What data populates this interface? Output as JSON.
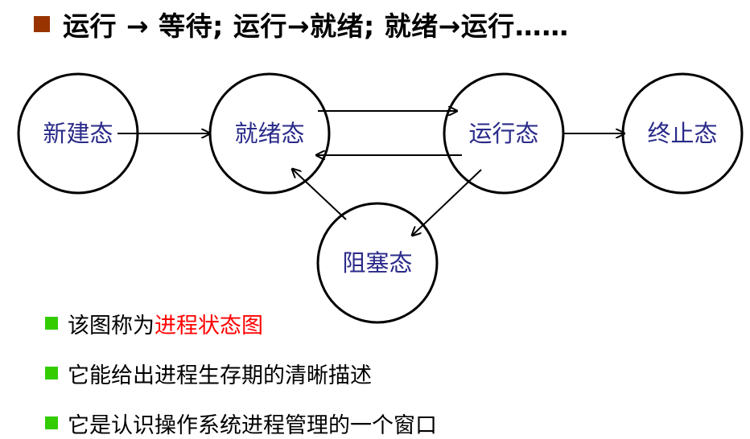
{
  "heading": {
    "text": "运行 → 等待; 运行→就绪; 就绪→运行……",
    "bullet_color": "#993300"
  },
  "diagram": {
    "nodes": {
      "new": "新建态",
      "ready": "就绪态",
      "running": "运行态",
      "terminated": "终止态",
      "blocked": "阻塞态"
    },
    "edges": [
      {
        "from": "new",
        "to": "ready"
      },
      {
        "from": "ready",
        "to": "running"
      },
      {
        "from": "running",
        "to": "ready"
      },
      {
        "from": "running",
        "to": "terminated"
      },
      {
        "from": "running",
        "to": "blocked"
      },
      {
        "from": "blocked",
        "to": "ready"
      }
    ],
    "label_color": "#2a2a8a"
  },
  "bullets": {
    "marker_color": "#33cc00",
    "highlight_color": "#ff0000",
    "item1_prefix": "该图称为",
    "item1_highlight": "进程状态图",
    "item2": "它能给出进程生存期的清晰描述",
    "item3": "它是认识操作系统进程管理的一个窗口"
  }
}
